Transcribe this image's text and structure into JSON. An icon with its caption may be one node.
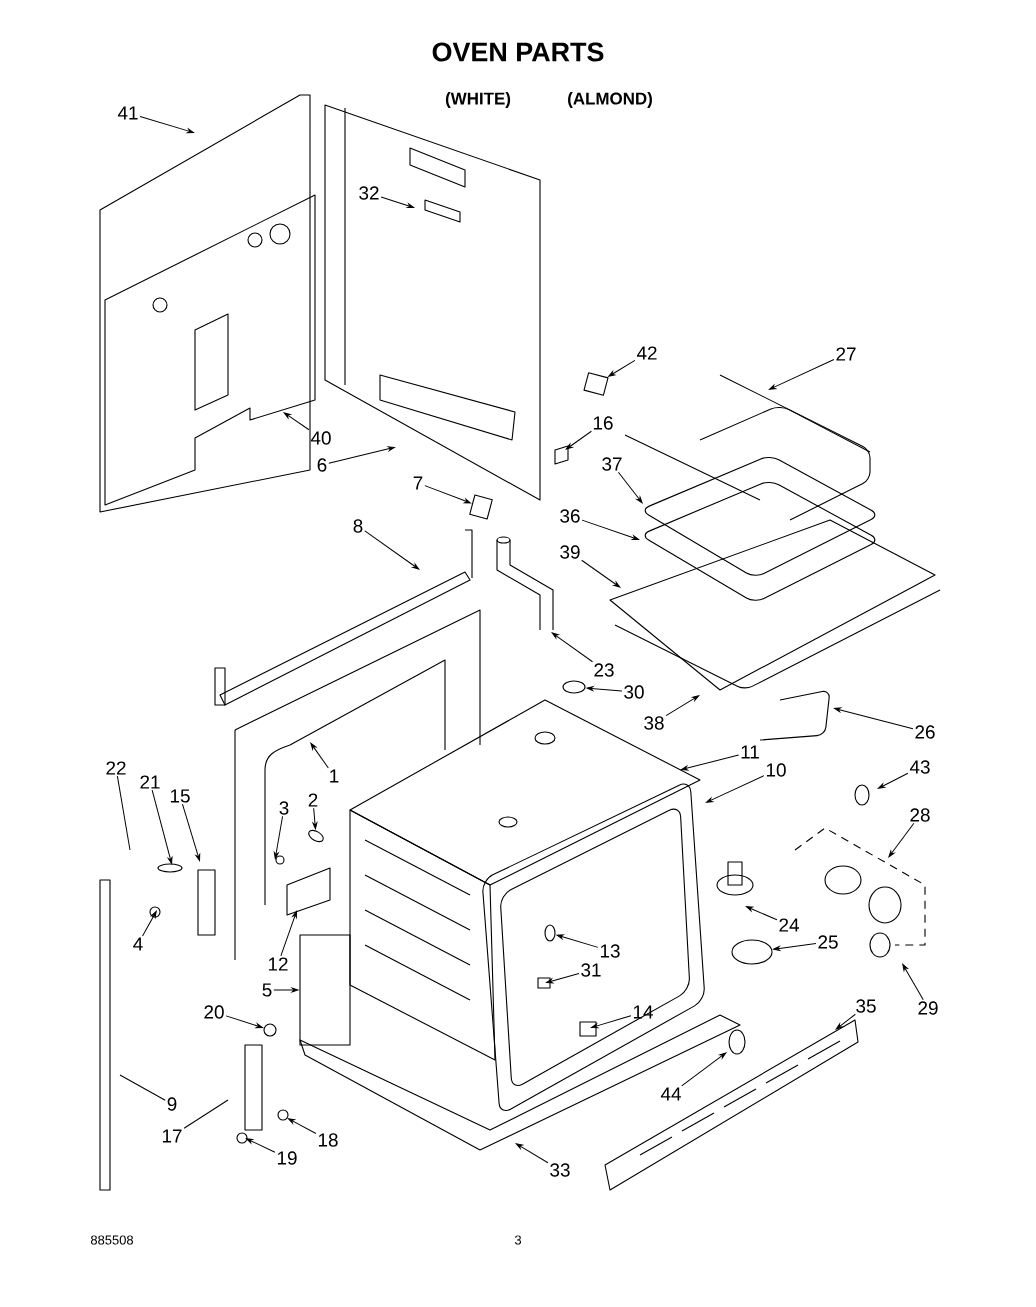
{
  "diagram": {
    "title": "OVEN PARTS",
    "nodes": [
      {
        "text": [
          "41"
        ]
      },
      {
        "text": [
          "32"
        ]
      },
      {
        "text": [
          "42"
        ]
      },
      {
        "text": [
          "27"
        ]
      },
      {
        "text": [
          "40"
        ]
      },
      {
        "text": [
          "16"
        ]
      },
      {
        "text": [
          "6"
        ]
      },
      {
        "text": [
          "37"
        ]
      },
      {
        "text": [
          "7"
        ]
      },
      {
        "text": [
          "36"
        ]
      },
      {
        "text": [
          "39"
        ]
      },
      {
        "text": [
          "8"
        ]
      },
      {
        "text": [
          "23"
        ]
      },
      {
        "text": [
          "30"
        ]
      },
      {
        "text": [
          "38"
        ]
      },
      {
        "text": [
          "26"
        ]
      },
      {
        "text": [
          "1"
        ]
      },
      {
        "text": [
          "11"
        ]
      },
      {
        "text": [
          "10"
        ]
      },
      {
        "text": [
          "43"
        ]
      },
      {
        "text": [
          "22"
        ]
      },
      {
        "text": [
          "21"
        ]
      },
      {
        "text": [
          "15"
        ]
      },
      {
        "text": [
          "3"
        ]
      },
      {
        "text": [
          "2"
        ]
      },
      {
        "text": [
          "28"
        ]
      },
      {
        "text": [
          "24"
        ]
      },
      {
        "text": [
          "13"
        ]
      },
      {
        "text": [
          "25"
        ]
      },
      {
        "text": [
          "4"
        ]
      },
      {
        "text": [
          "12"
        ]
      },
      {
        "text": [
          "31"
        ]
      },
      {
        "text": [
          "5"
        ]
      },
      {
        "text": [
          "29"
        ]
      },
      {
        "text": [
          "20"
        ]
      },
      {
        "text": [
          "14"
        ]
      },
      {
        "text": [
          "35"
        ]
      },
      {
        "text": [
          "9"
        ]
      },
      {
        "text": [
          "44"
        ]
      },
      {
        "text": [
          "17"
        ]
      },
      {
        "text": [
          "18"
        ]
      },
      {
        "text": [
          "19"
        ]
      },
      {
        "text": [
          "33"
        ]
      },
      {
        "text": [],
        "shape": "box"
      },
      {
        "text": [],
        "shape": "box"
      },
      {
        "text": [],
        "shape": "circle"
      },
      {
        "text": [],
        "shape": "circle"
      },
      {
        "text": [],
        "shape": "circle"
      },
      {
        "text": [],
        "shape": "circle"
      },
      {
        "text": [],
        "shape": "box"
      },
      {
        "text": [],
        "shape": "circle"
      }
    ],
    "edges": [
      {
        "from": 0,
        "to": null,
        "arrow": "to"
      },
      {
        "from": 1,
        "to": null,
        "arrow": "to"
      },
      {
        "from": 2,
        "to": 43,
        "arrow": "to"
      },
      {
        "from": 3,
        "to": null,
        "arrow": "to"
      },
      {
        "from": 4,
        "to": null,
        "arrow": "to"
      },
      {
        "from": 5,
        "to": null,
        "arrow": "to"
      },
      {
        "from": 6,
        "to": null,
        "arrow": "to"
      },
      {
        "from": 7,
        "to": null,
        "arrow": "to"
      },
      {
        "from": 8,
        "to": 44,
        "arrow": "to"
      },
      {
        "from": 9,
        "to": null,
        "arrow": "to"
      },
      {
        "from": 10,
        "to": null,
        "arrow": "to"
      },
      {
        "from": 11,
        "to": null,
        "arrow": "to"
      },
      {
        "from": 12,
        "to": null,
        "arrow": "to"
      },
      {
        "from": 13,
        "to": 45,
        "arrow": "to"
      },
      {
        "from": 14,
        "to": null,
        "arrow": "to"
      },
      {
        "from": 15,
        "to": null,
        "arrow": "to"
      },
      {
        "from": 16,
        "to": null,
        "arrow": "to"
      },
      {
        "from": 17,
        "to": null,
        "arrow": "to"
      },
      {
        "from": 18,
        "to": null,
        "arrow": "to"
      },
      {
        "from": 19,
        "to": null,
        "arrow": "to"
      },
      {
        "from": 20,
        "to": null,
        "arrow": "none"
      },
      {
        "from": 21,
        "to": null,
        "arrow": "to"
      },
      {
        "from": 22,
        "to": null,
        "arrow": "to"
      },
      {
        "from": 23,
        "to": null,
        "arrow": "to"
      },
      {
        "from": 24,
        "to": 46,
        "arrow": "to"
      },
      {
        "from": 25,
        "to": null,
        "arrow": "to"
      },
      {
        "from": 26,
        "to": null,
        "arrow": "to"
      },
      {
        "from": 27,
        "to": 47,
        "arrow": "to"
      },
      {
        "from": 28,
        "to": 48,
        "arrow": "to"
      },
      {
        "from": 29,
        "to": null,
        "arrow": "to"
      },
      {
        "from": 30,
        "to": null,
        "arrow": "to"
      },
      {
        "from": 31,
        "to": null,
        "arrow": "to"
      },
      {
        "from": 32,
        "to": 49,
        "arrow": "to"
      },
      {
        "from": 33,
        "to": null,
        "arrow": "to"
      },
      {
        "from": 34,
        "to": 50,
        "arrow": "to"
      },
      {
        "from": 35,
        "to": null,
        "arrow": "to"
      },
      {
        "from": 36,
        "to": null,
        "arrow": "to"
      },
      {
        "from": 37,
        "to": null,
        "arrow": "none"
      },
      {
        "from": 38,
        "to": null,
        "arrow": "to"
      },
      {
        "from": 39,
        "to": null,
        "arrow": "none"
      },
      {
        "from": 40,
        "to": null,
        "arrow": "to"
      },
      {
        "from": 41,
        "to": null,
        "arrow": "to"
      },
      {
        "from": 42,
        "to": null,
        "arrow": "to"
      }
    ],
    "labels": [
      "(WHITE)",
      "(ALMOND)",
      "885508",
      "3"
    ]
  }
}
